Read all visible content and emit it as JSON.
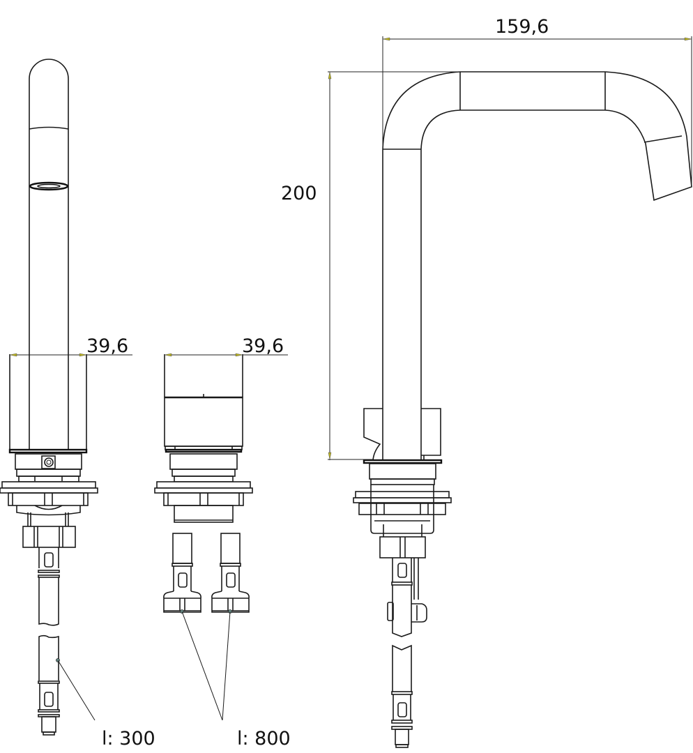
{
  "drawing": {
    "title": "Faucet technical drawing",
    "views": [
      {
        "id": "spout-side-view",
        "description": "Side view of spout body"
      },
      {
        "id": "mixer-side-view",
        "description": "Side view of mixer handle body"
      },
      {
        "id": "spout-front-view",
        "description": "Front view of swivel spout"
      }
    ]
  },
  "dimensions": {
    "spout_side_width": "39,6",
    "mixer_width": "39,6",
    "spout_reach": "159,6",
    "spout_height": "200"
  },
  "hoses": {
    "spout_hose_length": "l: 300",
    "mixer_hose_length": "l: 800"
  },
  "colors": {
    "line": "#1a1a1a",
    "background": "#ffffff",
    "arrow_marker": "#b8b020",
    "leader_dot": "#6a8f8a"
  }
}
